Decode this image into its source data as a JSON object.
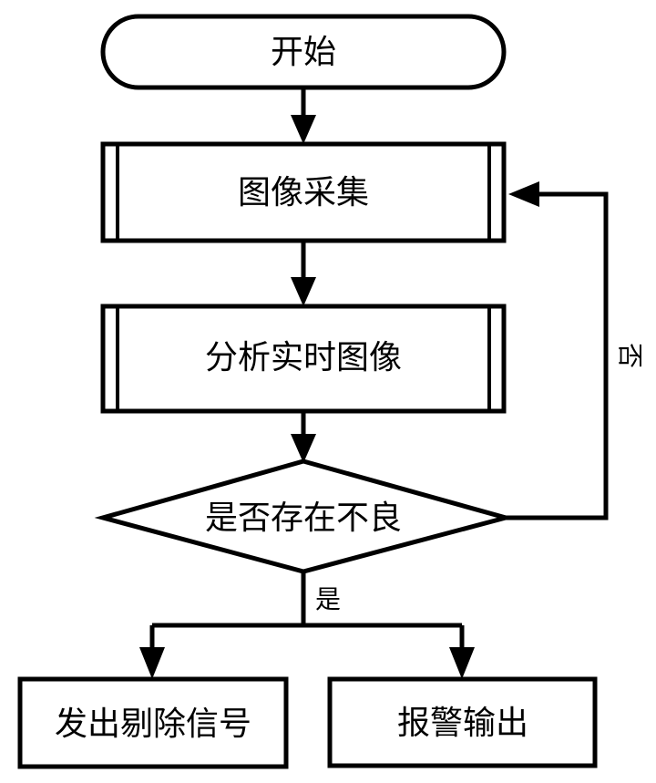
{
  "diagram": {
    "type": "flowchart",
    "title": "",
    "orientation": "top-to-bottom",
    "colors": {
      "background": "#ffffff",
      "stroke": "#000000",
      "fill": "#ffffff",
      "text": "#000000"
    },
    "nodes": [
      {
        "id": "start",
        "label": "开始",
        "shape": "stadium"
      },
      {
        "id": "capture",
        "label": "图像采集",
        "shape": "predefined-process"
      },
      {
        "id": "analyze",
        "label": "分析实时图像",
        "shape": "predefined-process"
      },
      {
        "id": "decision",
        "label": "是否存在不良",
        "shape": "diamond"
      },
      {
        "id": "reject",
        "label": "发出剔除信号",
        "shape": "rectangle"
      },
      {
        "id": "alarm",
        "label": "报警输出",
        "shape": "rectangle"
      }
    ],
    "edges": [
      {
        "id": "e-start-capture",
        "from": "start",
        "to": "capture",
        "label": ""
      },
      {
        "id": "e-capture-analyze",
        "from": "capture",
        "to": "analyze",
        "label": ""
      },
      {
        "id": "e-analyze-decision",
        "from": "analyze",
        "to": "decision",
        "label": ""
      },
      {
        "id": "e-decision-no",
        "from": "decision",
        "to": "capture",
        "label": "否"
      },
      {
        "id": "e-decision-yes",
        "from": "decision",
        "to": "reject",
        "label": "是"
      },
      {
        "id": "e-decision-yes-alarm",
        "from": "decision",
        "to": "alarm",
        "label": ""
      }
    ]
  }
}
